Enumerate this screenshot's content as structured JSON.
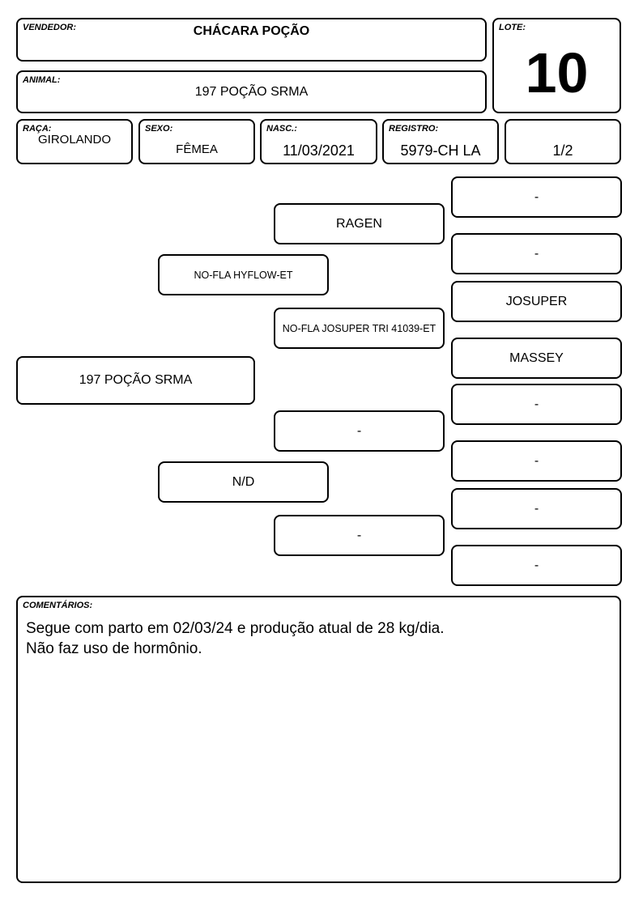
{
  "header": {
    "vendedor_label": "VENDEDOR:",
    "vendedor": "CHÁCARA POÇÃO",
    "lote_label": "LOTE:",
    "lote": "10",
    "animal_label": "ANIMAL:",
    "animal": "197 POÇÃO SRMA"
  },
  "info": {
    "raca_label": "RAÇA:",
    "raca": "GIROLANDO",
    "sexo_label": "SEXO:",
    "sexo": "FÊMEA",
    "nasc_label": "NASC.:",
    "nasc": "11/03/2021",
    "registro_label": "REGISTRO:",
    "registro": "5979-CH LA",
    "fracao": "1/2"
  },
  "pedigree": {
    "animal": "197 POÇÃO SRMA",
    "sire": "NO-FLA HYFLOW-ET",
    "dam": "N/D",
    "sire_sire": "RAGEN",
    "sire_dam": "NO-FLA JOSUPER TRI 41039-ET",
    "dam_sire": "-",
    "dam_dam": "-",
    "great_grandparents": [
      "-",
      "-",
      "JOSUPER",
      "MASSEY",
      "-",
      "-",
      "-",
      "-"
    ]
  },
  "comments": {
    "label": "COMENTÁRIOS:",
    "line1": "Segue com parto em 02/03/24 e produção atual de 28 kg/dia.",
    "line2": "Não faz uso de hormônio."
  }
}
